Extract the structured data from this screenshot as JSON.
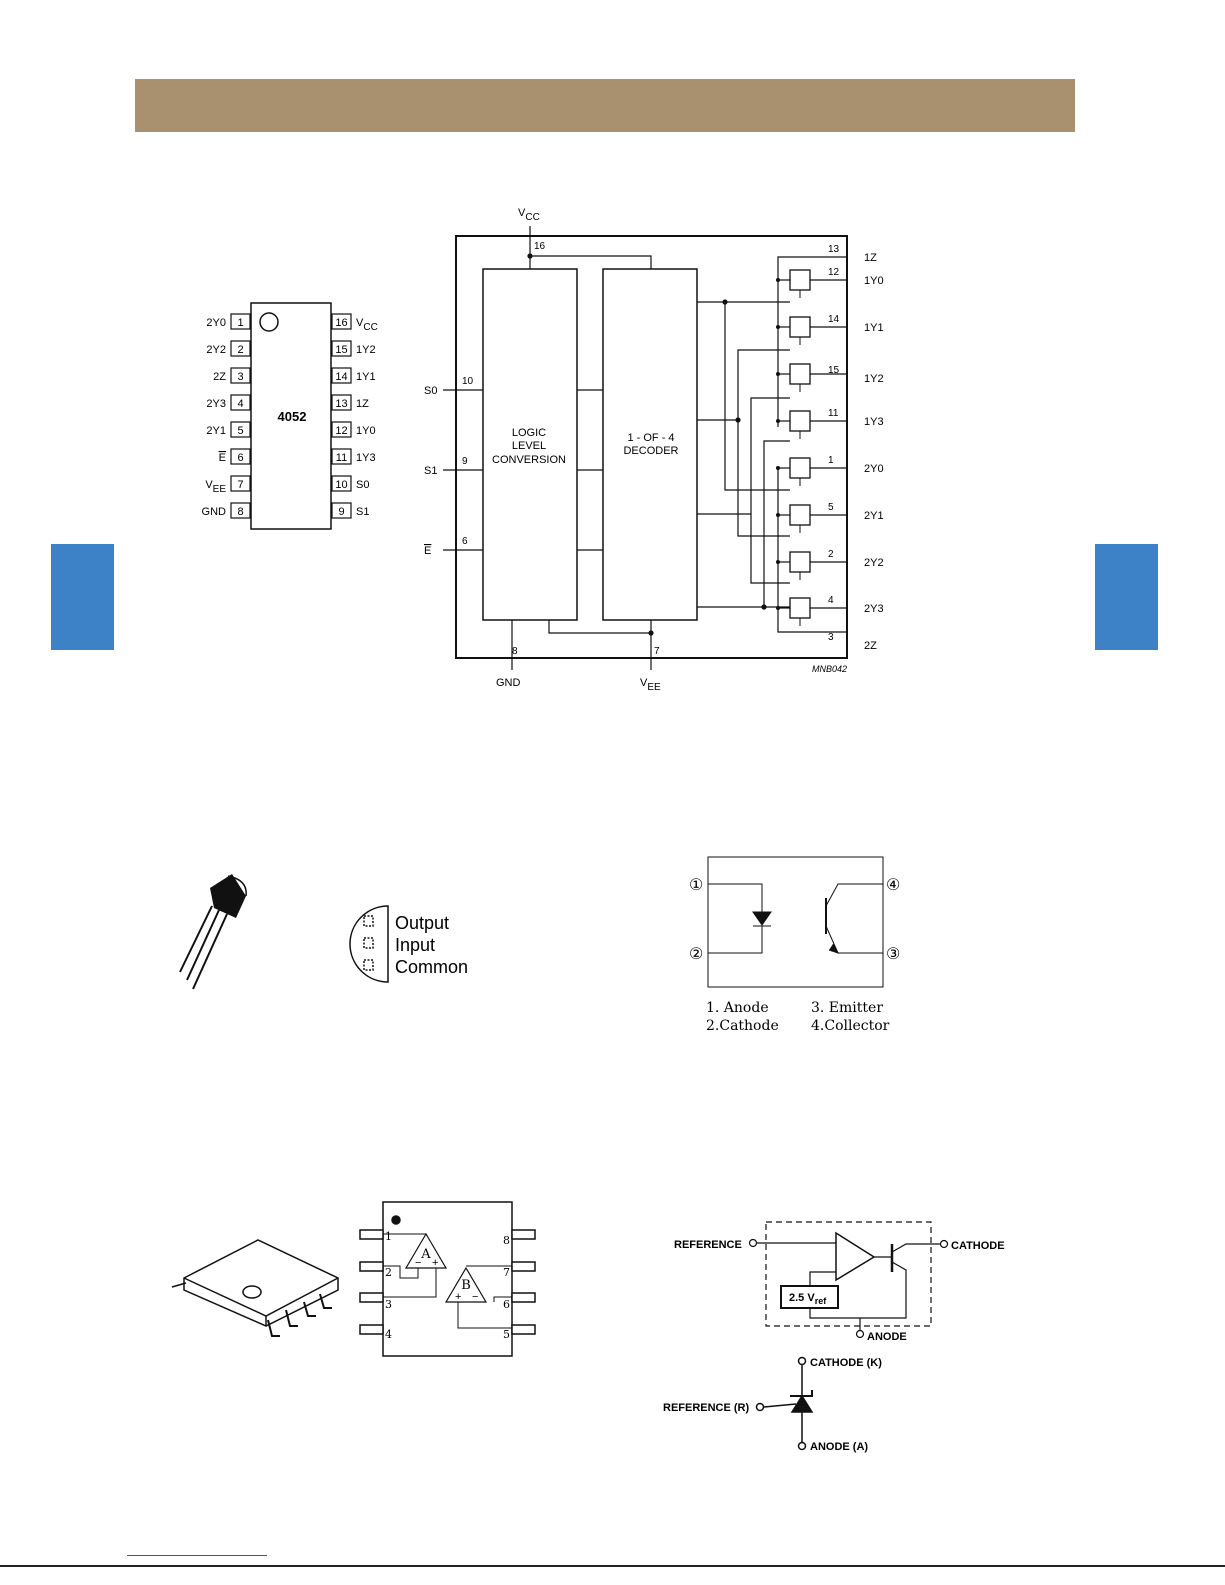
{
  "colors": {
    "header_bar": "#a99170",
    "side_tab": "#3d82c6"
  },
  "pinout_4052": {
    "chip_label": "4052",
    "left_pins": [
      {
        "name": "2Y0",
        "num": "1"
      },
      {
        "name": "2Y2",
        "num": "2"
      },
      {
        "name": "2Z",
        "num": "3"
      },
      {
        "name": "2Y3",
        "num": "4"
      },
      {
        "name": "2Y1",
        "num": "5"
      },
      {
        "name": "E",
        "num": "6"
      },
      {
        "name": "V",
        "sub": "EE",
        "num": "7"
      },
      {
        "name": "GND",
        "num": "8"
      }
    ],
    "right_pins": [
      {
        "name": "V",
        "sub": "CC",
        "num": "16"
      },
      {
        "name": "1Y2",
        "num": "15"
      },
      {
        "name": "1Y1",
        "num": "14"
      },
      {
        "name": "1Z",
        "num": "13"
      },
      {
        "name": "1Y0",
        "num": "12"
      },
      {
        "name": "1Y3",
        "num": "11"
      },
      {
        "name": "S0",
        "num": "10"
      },
      {
        "name": "S1",
        "num": "9"
      }
    ]
  },
  "block_4052": {
    "vcc": {
      "main": "V",
      "sub": "CC",
      "num": "16"
    },
    "logic_block": [
      "LOGIC",
      "LEVEL",
      "CONVERSION"
    ],
    "decoder_block": [
      "1 - OF - 4",
      "DECODER"
    ],
    "inputs": [
      {
        "name": "S0",
        "num": "10"
      },
      {
        "name": "S1",
        "num": "9"
      },
      {
        "name": "E",
        "num": "6"
      }
    ],
    "gnd": {
      "name": "GND",
      "num": "8"
    },
    "vee": {
      "main": "V",
      "sub": "EE",
      "num": "7"
    },
    "outputs": [
      {
        "name": "1Z",
        "num": "13"
      },
      {
        "name": "1Y0",
        "num": "12"
      },
      {
        "name": "1Y1",
        "num": "14"
      },
      {
        "name": "1Y2",
        "num": "15"
      },
      {
        "name": "1Y3",
        "num": "11"
      },
      {
        "name": "2Y0",
        "num": "1"
      },
      {
        "name": "2Y1",
        "num": "5"
      },
      {
        "name": "2Y2",
        "num": "2"
      },
      {
        "name": "2Y3",
        "num": "4"
      },
      {
        "name": "2Z",
        "num": "3"
      }
    ],
    "figure_code": "MNB042"
  },
  "regulator_pinout": {
    "pins": [
      "Output",
      "Input",
      "Common"
    ]
  },
  "optocoupler": {
    "pin_marks": [
      "①",
      "②",
      "③",
      "④"
    ],
    "legend": [
      "1. Anode",
      "2.Cathode",
      "3. Emitter",
      "4.Collector"
    ]
  },
  "dual_opamp": {
    "pins": [
      "1",
      "2",
      "3",
      "4",
      "5",
      "6",
      "7",
      "8"
    ],
    "amp_a": "A",
    "amp_b": "B"
  },
  "shunt_reference": {
    "block": {
      "reference": "REFERENCE",
      "cathode": "CATHODE",
      "anode": "ANODE",
      "vref_main": "2.5 V",
      "vref_sub": "ref"
    },
    "symbol": {
      "cathode": "CATHODE (K)",
      "reference": "REFERENCE (R)",
      "anode": "ANODE (A)"
    }
  }
}
